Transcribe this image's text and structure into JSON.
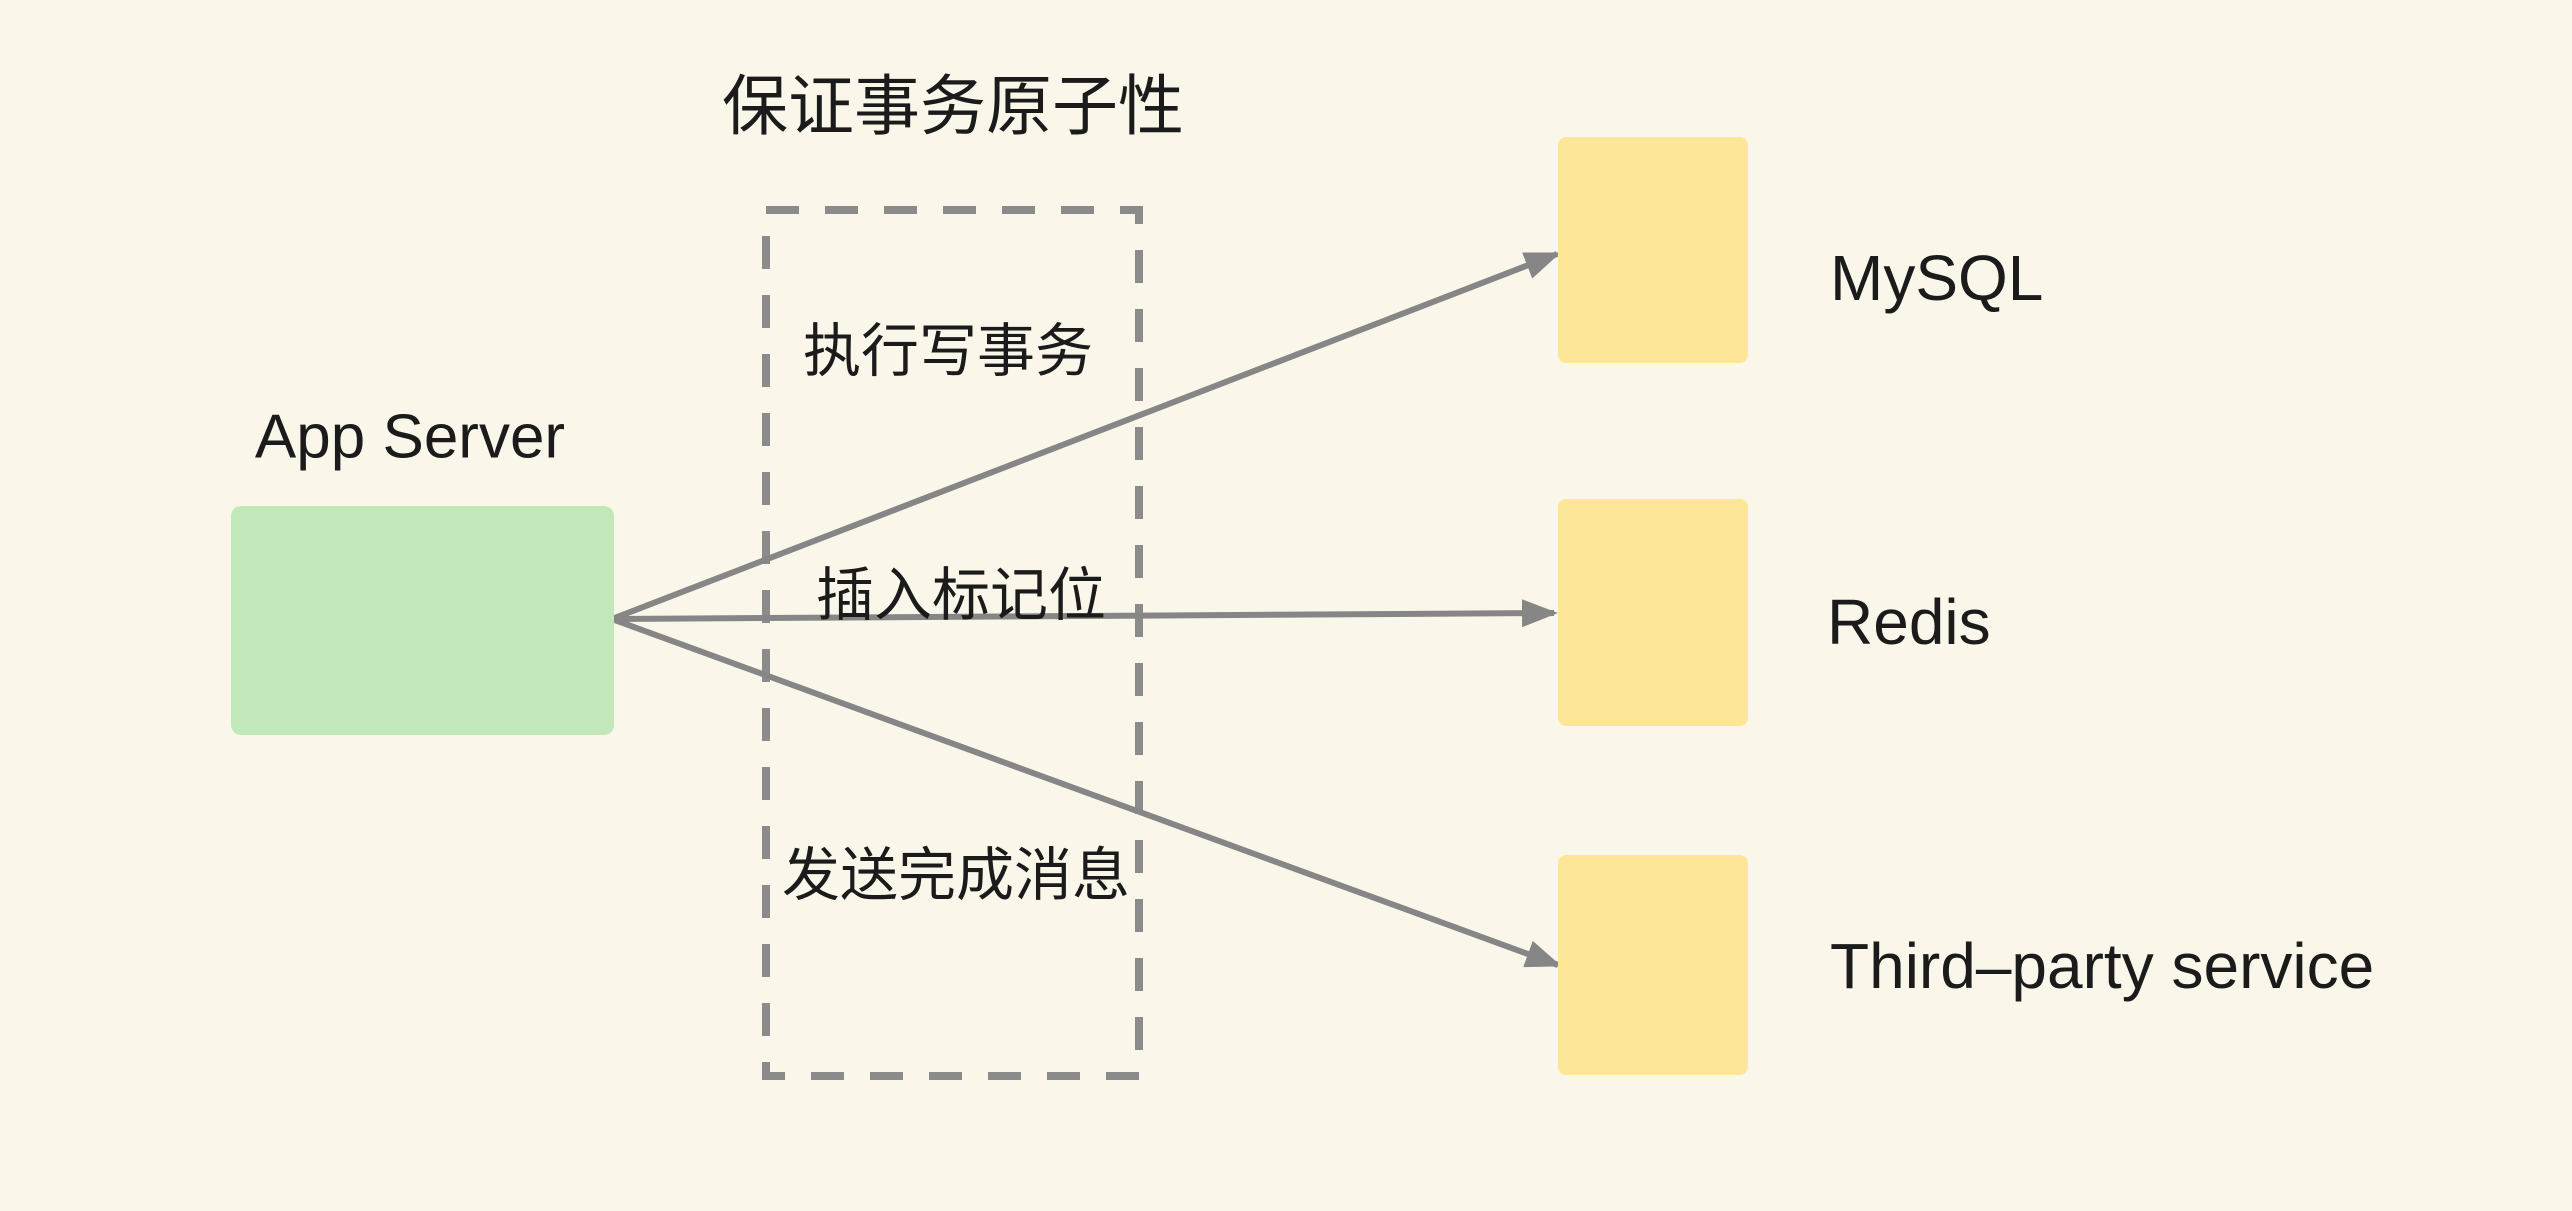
{
  "diagram": {
    "title": "保证事务原子性",
    "app_server": {
      "label": "App Server"
    },
    "steps": [
      {
        "label": "执行写事务"
      },
      {
        "label": "插入标记位"
      },
      {
        "label": "发送完成消息"
      }
    ],
    "services": [
      {
        "label": "MySQL"
      },
      {
        "label": "Redis"
      },
      {
        "label": "Third–party service"
      }
    ],
    "colors": {
      "background": "#faf7ea",
      "app_server_fill": "#c2e7b8",
      "service_fill": "#fde697",
      "line_gray": "#868686",
      "dashed_box_gray": "#8b8b8b",
      "text": "#1b1b1b"
    }
  }
}
